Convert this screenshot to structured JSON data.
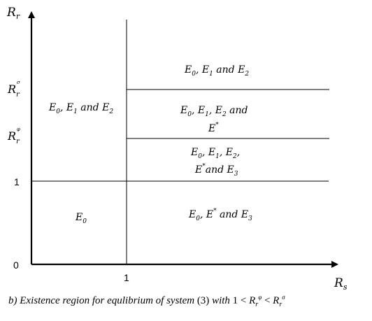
{
  "axes": {
    "y_label_main": "R",
    "y_label_sub": "r",
    "x_label_main": "R",
    "x_label_sub": "s",
    "origin_label": "0",
    "x_tick_1": "1",
    "y_tick_1": "1",
    "y_tick_sigma_main": "R",
    "y_tick_sigma_sub": "r",
    "y_tick_sigma_sup": "σ",
    "y_tick_phi_main": "R",
    "y_tick_phi_sub": "r",
    "y_tick_phi_sup": "φ"
  },
  "regions": {
    "left_upper": {
      "e0": "E",
      "e0_sub": "0",
      "sep1": ", ",
      "e1": "E",
      "e1_sub": "1",
      "and": " and ",
      "e2": "E",
      "e2_sub": "2"
    },
    "left_lower": {
      "e0": "E",
      "e0_sub": "0"
    },
    "right_top": {
      "e0": "E",
      "e0_sub": "0",
      "sep1": ", ",
      "e1": "E",
      "e1_sub": "1",
      "and": " and ",
      "e2": "E",
      "e2_sub": "2"
    },
    "right_mid": {
      "line1_e0": "E",
      "line1_e0_sub": "0",
      "line1_sep1": ", ",
      "line1_e1": "E",
      "line1_e1_sub": "1",
      "line1_sep2": ",  ",
      "line1_e2": "E",
      "line1_e2_sub": "2",
      "line1_and": " and",
      "line2_estar": "E",
      "line2_star": "*"
    },
    "right_lower": {
      "line1_e0": "E",
      "line1_e0_sub": "0",
      "line1_sep1": ", ",
      "line1_e1": "E",
      "line1_e1_sub": "1",
      "line1_sep2": ",  ",
      "line1_e2": "E",
      "line1_e2_sub": "2",
      "line1_end": ",",
      "line2_estar": "E",
      "line2_star": "*",
      "line2_and": "and ",
      "line2_e3": "E",
      "line2_e3_sub": "3"
    },
    "right_bottom": {
      "e0": "E",
      "e0_sub": "0",
      "sep": ", ",
      "estar": "E",
      "star": "*",
      "and": " and ",
      "e3": "E",
      "e3_sub": "3"
    }
  },
  "caption": {
    "prefix": "b) Existence region for equlibrium of system ",
    "ref": "(3)",
    "with": " with  ",
    "one": "1",
    "lt1": " < ",
    "r1_main": "R",
    "r1_sub": "r",
    "r1_sup": "φ",
    "lt2": " < ",
    "r2_main": "R",
    "r2_sub": "r",
    "r2_sup": "σ"
  }
}
